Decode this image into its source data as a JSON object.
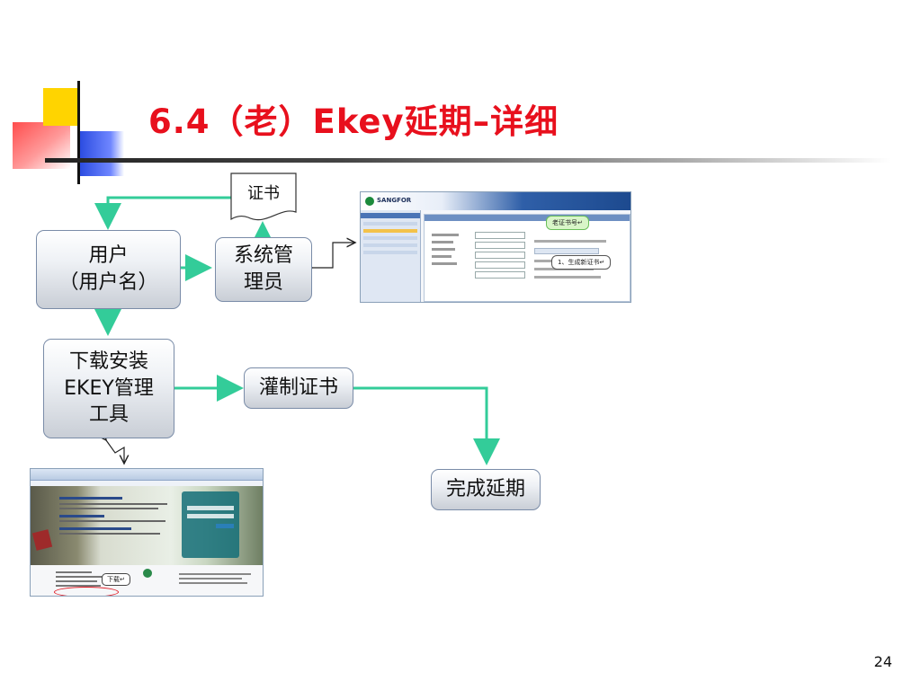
{
  "slide": {
    "title": "6.4（老）Ekey延期–详细",
    "page_number": "24"
  },
  "flow": {
    "user_box": "用户\n（用户名）",
    "admin_box": "系统管\n理员",
    "cert_doc": "证书",
    "download_box": "下载安装\nEKEY管理\n工具",
    "burn_box": "灌制证书",
    "done_box": "完成延期"
  },
  "admin_screenshot": {
    "brand": "SANGFOR",
    "callout_old_cert": "老证书号↵",
    "callout_generate": "1、生成新证书↵"
  },
  "download_screenshot": {
    "callout_download": "下载↵"
  },
  "colors": {
    "title": "#e8101d",
    "connector": "#33cc99",
    "box_border": "#7a8ca8"
  }
}
